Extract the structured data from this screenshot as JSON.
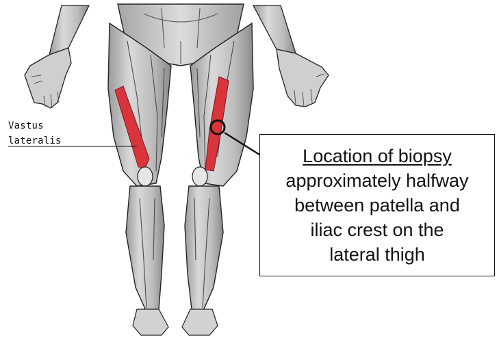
{
  "label": {
    "line1": "Vastus",
    "line2": "lateralis"
  },
  "callout": {
    "title": "Location of biopsy",
    "lines": [
      "approximately halfway",
      "between patella and",
      "iliac crest on the",
      "lateral thigh"
    ]
  },
  "colors": {
    "muscle_highlight": "#d9343b",
    "skin_tone": "#c8c8c8",
    "outline": "#1a1a1a"
  }
}
